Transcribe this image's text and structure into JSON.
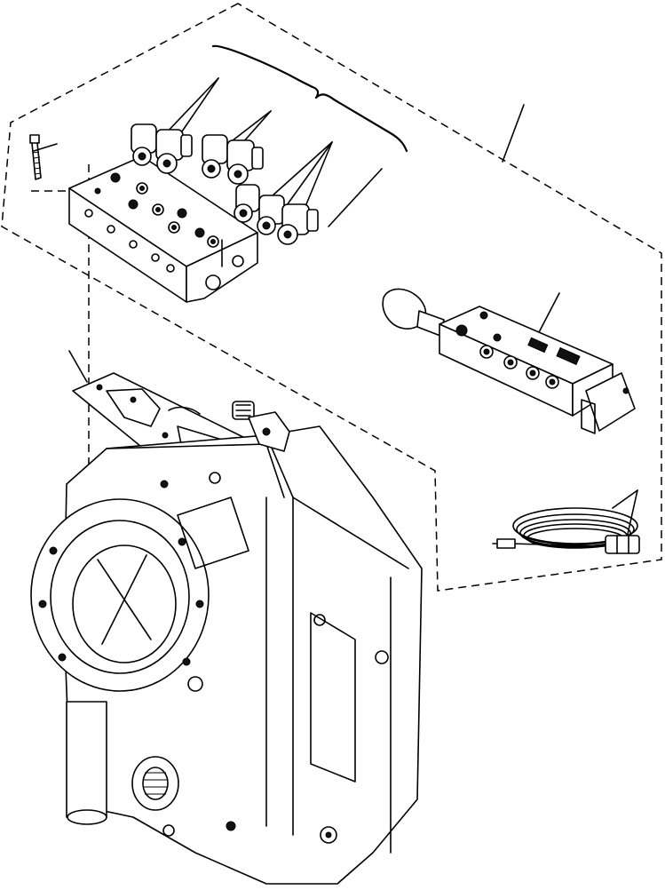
{
  "diagram": {
    "type": "exploded-parts-view",
    "parts": [
      {
        "id": "valve-body-assembly",
        "icon": "valve-block-icon"
      },
      {
        "id": "solenoid-valves",
        "icon": "solenoid-icon"
      },
      {
        "id": "mounting-bolt",
        "icon": "bolt-icon"
      },
      {
        "id": "gasket",
        "icon": "gasket-icon"
      },
      {
        "id": "shift-controller",
        "icon": "control-unit-icon"
      },
      {
        "id": "wiring-harness",
        "icon": "cable-coil-icon"
      },
      {
        "id": "transmission-housing",
        "icon": "housing-icon"
      }
    ],
    "line_color": "#000000",
    "background": "#ffffff"
  }
}
